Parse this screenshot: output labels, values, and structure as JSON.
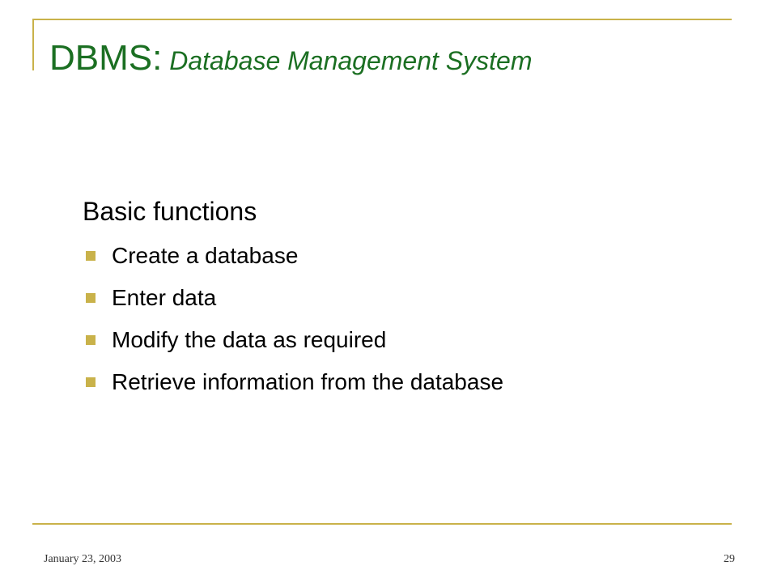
{
  "colors": {
    "accent": "#C9B24A",
    "title": "#1B6F22",
    "text": "#000000",
    "footer": "#333333"
  },
  "title": {
    "main": "DBMS:",
    "sub": "Database Management System"
  },
  "content": {
    "heading": "Basic functions",
    "bullets": [
      "Create a database",
      "Enter data",
      "Modify the data as required",
      "Retrieve information from the database"
    ]
  },
  "footer": {
    "date": "January 23, 2003",
    "page_number": "29"
  }
}
